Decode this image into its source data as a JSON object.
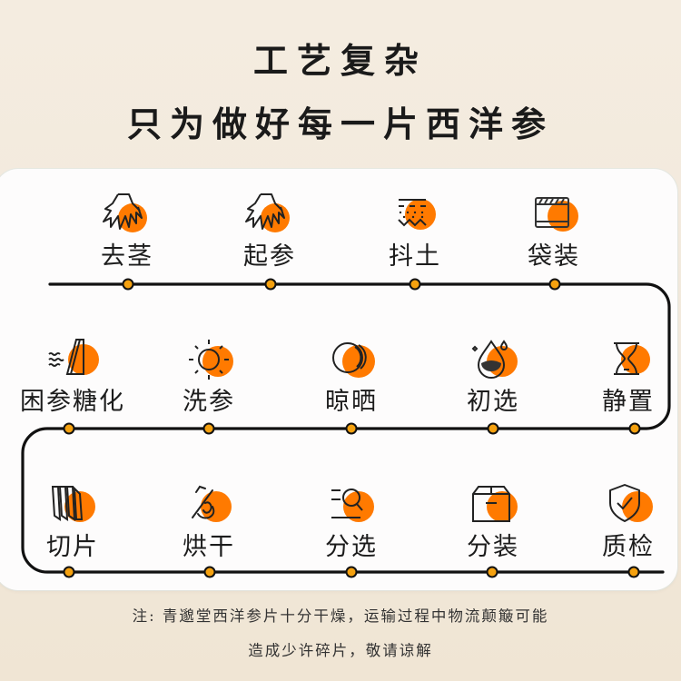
{
  "header": {
    "title_line1": "工艺复杂",
    "title_line2": "只为做好每一片西洋参"
  },
  "colors": {
    "accent_orange": "#ff7a00",
    "dot_fill": "#f5a10f",
    "line": "#111111",
    "card_bg": "#fdfcfc",
    "page_bg": "#f3ebdf"
  },
  "process": {
    "rows": [
      {
        "direction": "left-to-right",
        "steps": [
          {
            "label": "去茎",
            "icon": "ginseng-root-icon"
          },
          {
            "label": "起参",
            "icon": "ginseng-root-icon"
          },
          {
            "label": "抖土",
            "icon": "soil-shake-icon"
          },
          {
            "label": "袋装",
            "icon": "bag-pack-icon"
          }
        ]
      },
      {
        "direction": "right-to-left",
        "steps": [
          {
            "label": "困参糖化",
            "icon": "saccharify-icon"
          },
          {
            "label": "洗参",
            "icon": "sun-wash-icon"
          },
          {
            "label": "晾晒",
            "icon": "moon-dry-icon"
          },
          {
            "label": "初选",
            "icon": "water-drop-icon"
          },
          {
            "label": "静置",
            "icon": "hourglass-icon"
          }
        ]
      },
      {
        "direction": "left-to-right",
        "steps": [
          {
            "label": "切片",
            "icon": "slices-icon"
          },
          {
            "label": "烘干",
            "icon": "bake-dry-icon"
          },
          {
            "label": "分选",
            "icon": "sort-search-icon"
          },
          {
            "label": "分装",
            "icon": "box-pack-icon"
          },
          {
            "label": "质检",
            "icon": "shield-check-icon"
          }
        ]
      }
    ]
  },
  "footer": {
    "note_line1": "注: 青邈堂西洋参片十分干燥，运输过程中物流颠簸可能",
    "note_line2": "造成少许碎片，敬请谅解"
  }
}
